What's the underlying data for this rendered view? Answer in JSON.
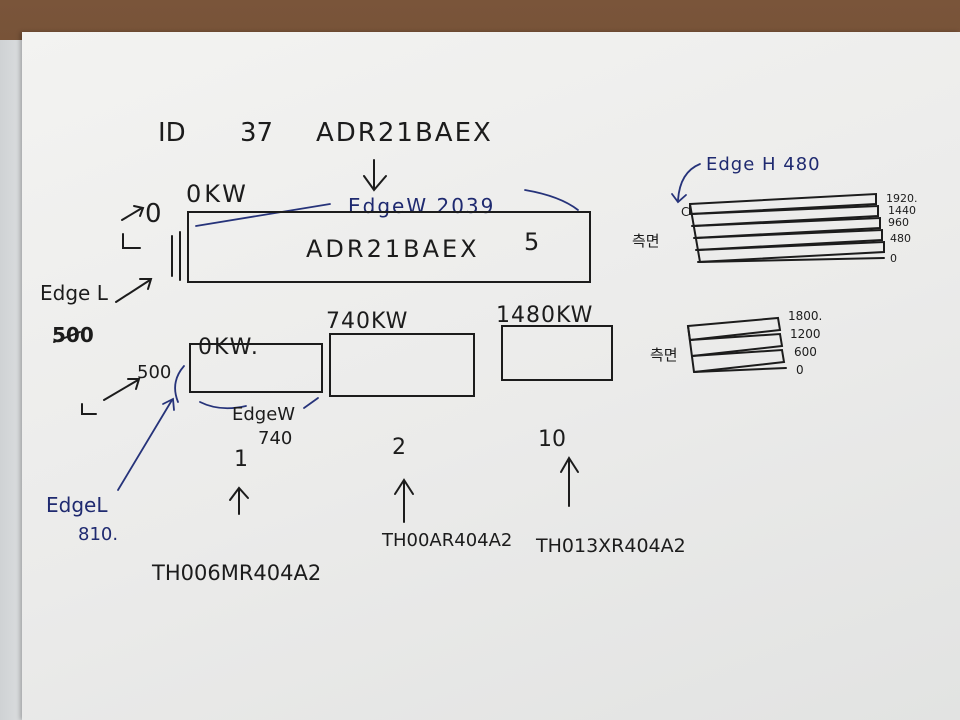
{
  "header": {
    "id_label": "ID",
    "id_value": "37",
    "model": "ADR21BAEX"
  },
  "top_unit": {
    "power_label": "0KW",
    "box_label": "ADR21BAEX",
    "box_number": "5",
    "edge_w": "EdgeW 2039",
    "edge_l": "Edge L",
    "edge_l_value": "500",
    "start_zero": "0"
  },
  "bottom_units": [
    {
      "power_label": "0KW.",
      "number": "1",
      "model": "TH006MR404A2"
    },
    {
      "power_label": "740KW",
      "number": "2",
      "model": "TH00AR404A2"
    },
    {
      "power_label": "1480KW",
      "number": "10",
      "model": "TH013XR404A2"
    }
  ],
  "bottom_annotations": {
    "l_value": "500",
    "edge_w_label": "EdgeW",
    "edge_w_value": "740",
    "edge_l_label": "EdgeL",
    "edge_l_value": "810."
  },
  "stack_top": {
    "edge_h_label": "Edge H 480",
    "side_label": "측면",
    "corner_label": "C",
    "ticks": [
      "1920.",
      "1440",
      "960",
      "480",
      "0"
    ]
  },
  "stack_bottom": {
    "side_label": "측면",
    "ticks": [
      "1800.",
      "1200",
      "600",
      "0"
    ]
  }
}
